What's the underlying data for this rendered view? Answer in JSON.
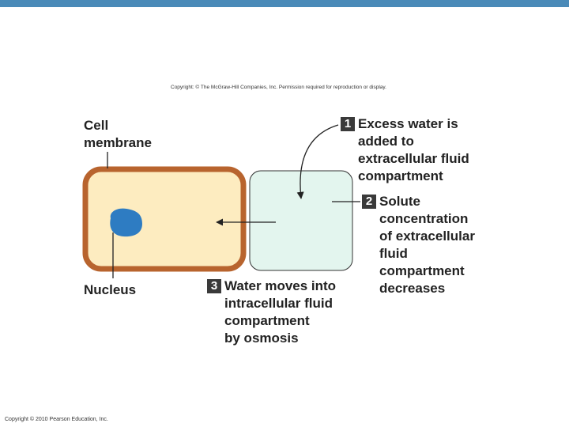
{
  "header_bar_color": "#4a8ab8",
  "copyright_top": "Copyright: © The McGraw-Hill Companies, Inc. Permission required for reproduction or display.",
  "copyright_bottom": "Copyright © 2010 Pearson Education, Inc.",
  "labels": {
    "cell_membrane": [
      "Cell",
      "membrane"
    ],
    "nucleus": "Nucleus"
  },
  "steps": [
    {
      "number": "1",
      "lines": [
        "Excess water is",
        "added to",
        "extracellular fluid",
        "compartment"
      ]
    },
    {
      "number": "2",
      "lines": [
        "Solute",
        "concentration",
        "of extracellular",
        "fluid",
        "compartment",
        "decreases"
      ]
    },
    {
      "number": "3",
      "lines": [
        "Water moves into",
        "intracellular fluid",
        "compartment",
        "by osmosis"
      ]
    }
  ],
  "colors": {
    "cell_fill": "#fdecc0",
    "cell_border": "#b8642e",
    "nucleus": "#2e7cc2",
    "extracellular_fill": "#e3f5ee",
    "step_badge": "#3a3a3a"
  }
}
